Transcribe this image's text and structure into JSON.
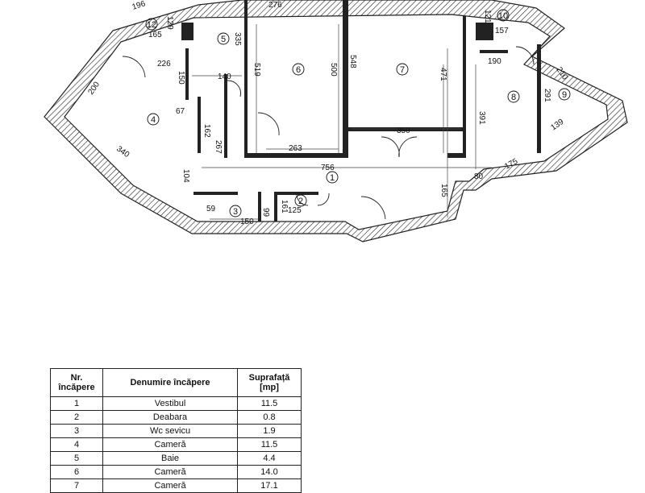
{
  "plan": {
    "rooms": [
      "1",
      "2",
      "3",
      "4",
      "5",
      "6",
      "7",
      "8",
      "9",
      "10",
      "12"
    ],
    "dimensions": [
      "196",
      "129",
      "276",
      "165",
      "335",
      "226",
      "150",
      "140",
      "519",
      "500",
      "548",
      "471",
      "200",
      "67",
      "162",
      "267",
      "340",
      "104",
      "263",
      "756",
      "350",
      "165",
      "59",
      "99",
      "161",
      "125",
      "150",
      "121",
      "157",
      "190",
      "210",
      "291",
      "391",
      "139",
      "175",
      "80"
    ]
  },
  "legend": {
    "headers": [
      "Nr. încăpere",
      "Denumire încăpere",
      "Suprafață [mp]"
    ],
    "rows": [
      {
        "nr": "1",
        "name": "Vestibul",
        "area": "11.5"
      },
      {
        "nr": "2",
        "name": "Deabara",
        "area": "0.8"
      },
      {
        "nr": "3",
        "name": "Wc sevicu",
        "area": "1.9"
      },
      {
        "nr": "4",
        "name": "Cameră",
        "area": "11.5"
      },
      {
        "nr": "5",
        "name": "Baie",
        "area": "4.4"
      },
      {
        "nr": "6",
        "name": "Cameră",
        "area": "14.0"
      },
      {
        "nr": "7",
        "name": "Cameră",
        "area": "17.1"
      }
    ]
  }
}
